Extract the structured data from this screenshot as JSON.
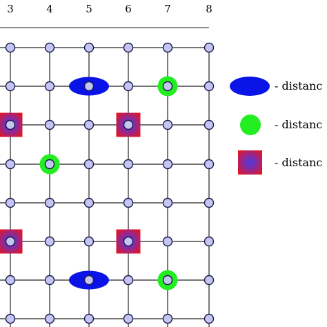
{
  "diagram": {
    "column_labels": [
      "3",
      "4",
      "5",
      "6",
      "7",
      "8"
    ],
    "row_count": 8,
    "legend": [
      {
        "marker": "blue-ellipse",
        "label": "- distanc"
      },
      {
        "marker": "green-circle",
        "label": "- distanc"
      },
      {
        "marker": "red-square",
        "label": "- distanc"
      }
    ],
    "markers": [
      {
        "type": "blue-ellipse",
        "col": "5",
        "row": 2
      },
      {
        "type": "green-circle",
        "col": "7",
        "row": 2
      },
      {
        "type": "red-square",
        "col": "3",
        "row": 3
      },
      {
        "type": "red-square",
        "col": "6",
        "row": 3
      },
      {
        "type": "green-circle",
        "col": "4",
        "row": 4
      },
      {
        "type": "red-square",
        "col": "3",
        "row": 6
      },
      {
        "type": "red-square",
        "col": "6",
        "row": 6
      },
      {
        "type": "blue-ellipse",
        "col": "5",
        "row": 7
      },
      {
        "type": "green-circle",
        "col": "7",
        "row": 7
      }
    ],
    "colors": {
      "node_fill": "#c5c5f3",
      "node_stroke": "#1a1a4a",
      "grid_line": "#222222",
      "ellipse": "#0a14e6",
      "green": "#22ee22",
      "red_outer": "#e8141e",
      "red_inner": "#5a2fd0"
    }
  }
}
